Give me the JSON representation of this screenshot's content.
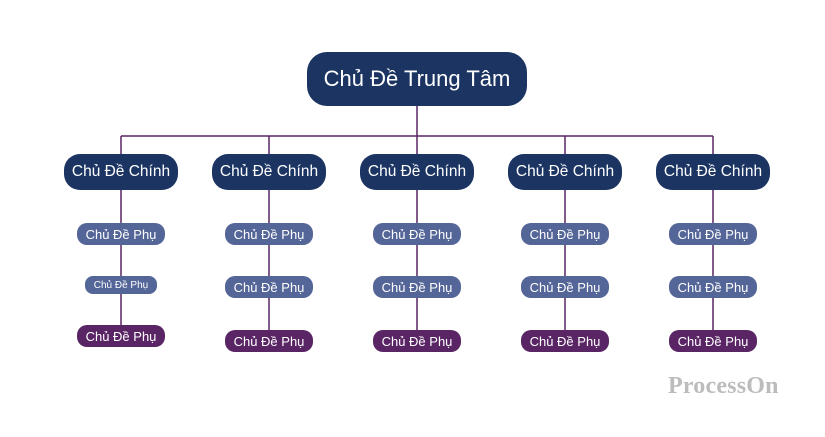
{
  "central_topic": "Chủ Đề Trung Tâm",
  "main_topics": [
    {
      "label": "Chủ Đề Chính",
      "subtopics": [
        {
          "label": "Chủ Đề Phụ",
          "color": "#546598"
        },
        {
          "label": "Chủ Đề Phụ",
          "color": "#546598"
        },
        {
          "label": "Chủ Đề Phụ",
          "color": "#5a2565"
        }
      ]
    },
    {
      "label": "Chủ Đề Chính",
      "subtopics": [
        {
          "label": "Chủ Đề Phụ",
          "color": "#546598"
        },
        {
          "label": "Chủ Đề Phụ",
          "color": "#546598"
        },
        {
          "label": "Chủ Đề Phụ",
          "color": "#5a2565"
        }
      ]
    },
    {
      "label": "Chủ Đề Chính",
      "subtopics": [
        {
          "label": "Chủ Đề Phụ",
          "color": "#546598"
        },
        {
          "label": "Chủ Đề Phụ",
          "color": "#546598"
        },
        {
          "label": "Chủ Đề Phụ",
          "color": "#5a2565"
        }
      ]
    },
    {
      "label": "Chủ Đề Chính",
      "subtopics": [
        {
          "label": "Chủ Đề Phụ",
          "color": "#546598"
        },
        {
          "label": "Chủ Đề Phụ",
          "color": "#546598"
        },
        {
          "label": "Chủ Đề Phụ",
          "color": "#5a2565"
        }
      ]
    },
    {
      "label": "Chủ Đề Chính",
      "subtopics": [
        {
          "label": "Chủ Đề Phụ",
          "color": "#546598"
        },
        {
          "label": "Chủ Đề Phụ",
          "color": "#546598"
        },
        {
          "label": "Chủ Đề Phụ",
          "color": "#5a2565"
        }
      ]
    }
  ],
  "watermark": "ProcessOn",
  "colors": {
    "central": "#1b3462",
    "main": "#1b3462",
    "sub_blue": "#546598",
    "sub_purple": "#5a2565",
    "connector": "#5a2565"
  }
}
